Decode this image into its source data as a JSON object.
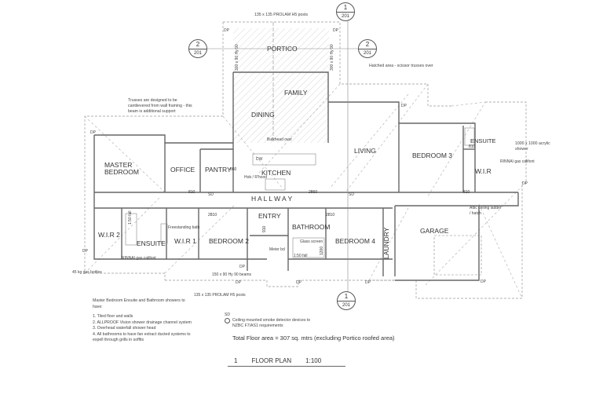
{
  "rooms": {
    "portico": "PORTICO",
    "family": "FAMILY",
    "dining": "DINING",
    "living": "LIVING",
    "master_bedroom": "MASTER BEDROOM",
    "office": "OFFICE",
    "pantry": "PANTRY",
    "kitchen": "KITCHEN",
    "bedroom3": "BEDROOM 3",
    "ensuite_b3": "ENSUITE",
    "wir_b3": "W.I.R",
    "hallway": "H A L L   W A Y",
    "wir2": "W.I.R 2",
    "ensuite": "ENSUITE",
    "wir1": "W.I.R 1",
    "bedroom2": "BEDROOM 2",
    "entry": "ENTRY",
    "bathroom": "BATHROOM",
    "bedroom4": "BEDROOM 4",
    "laundry": "LAUNDRY",
    "garage": "GARAGE"
  },
  "annotations": {
    "posts_top": "135 x 135 PROLAM H5 posts",
    "posts_bottom": "135 x 135 PROLAM H5 posts",
    "hatched": "Hatched area -  scissor trusses over",
    "trusses": "Trusses are designed to be cantilevered from wall framing - this beam is additional support",
    "bulkhead": "Bulkhead over",
    "shower": "1000 x 1000 acrylic shower",
    "rinnai_right": "RINNAI gas califont",
    "rinnai_left": "RINNAI gas califont",
    "attic": "Attic ceiling ladder / hatch",
    "freestanding": "Freestanding bath",
    "glass": "Glass screen",
    "meter": "Meter bd",
    "fall1": "1:50 fall",
    "fall2": "1:50 fall",
    "gas_bottles": "45 kg gas bottles",
    "beams": "150 x 90 Hy 90 beams",
    "hob": "Hob / R'hood",
    "dw": "DW",
    "post_left": "300 x 90 Hy 90",
    "post_right": "300 x 90 Hy 90",
    "dp": "DP",
    "sd": "SD"
  },
  "dimensions": [
    "810",
    "860",
    "2860",
    "2810",
    "1200",
    "910"
  ],
  "section_markers": {
    "number_1": "1",
    "number_2": "2",
    "sheet": "201"
  },
  "notes": {
    "showers_heading": "Master Bedroom Ensuite and Bathroom showers to have:",
    "items": [
      "1. Tiled floor and walls",
      "2. ALLPROOF Vision shower drainage channel system",
      "3. Overhead waterfall shower head",
      "4. All bathrooms to have fan extract ducted systems to expell through grills in soffits"
    ],
    "smoke_label": "SD",
    "smoke": "Ceiling mounted smoke detector devices  to NZBC F7/AS1 requirements",
    "total_area": "Total Floor area = 307 sq. mtrs (excluding Portico roofed area)"
  },
  "title": {
    "number": "1",
    "name": "FLOOR PLAN",
    "scale": "1:100"
  }
}
